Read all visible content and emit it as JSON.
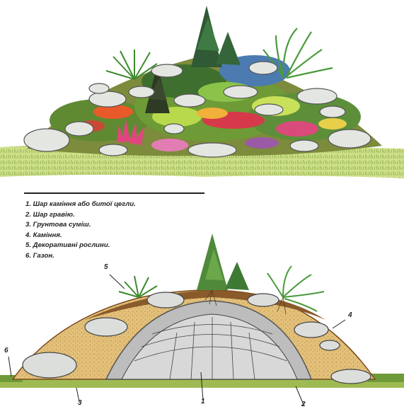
{
  "legend": {
    "items": [
      "1. Шар каміння або битої цегли.",
      "2. Шар гравію.",
      "3. Грунтова суміш.",
      "4. Каміння.",
      "5. Декоративні рослини.",
      "6. Газон."
    ]
  },
  "callouts": {
    "stones_layer": "1",
    "gravel_layer": "2",
    "soil_mix": "3",
    "stones": "4",
    "plants": "5",
    "lawn": "6"
  }
}
